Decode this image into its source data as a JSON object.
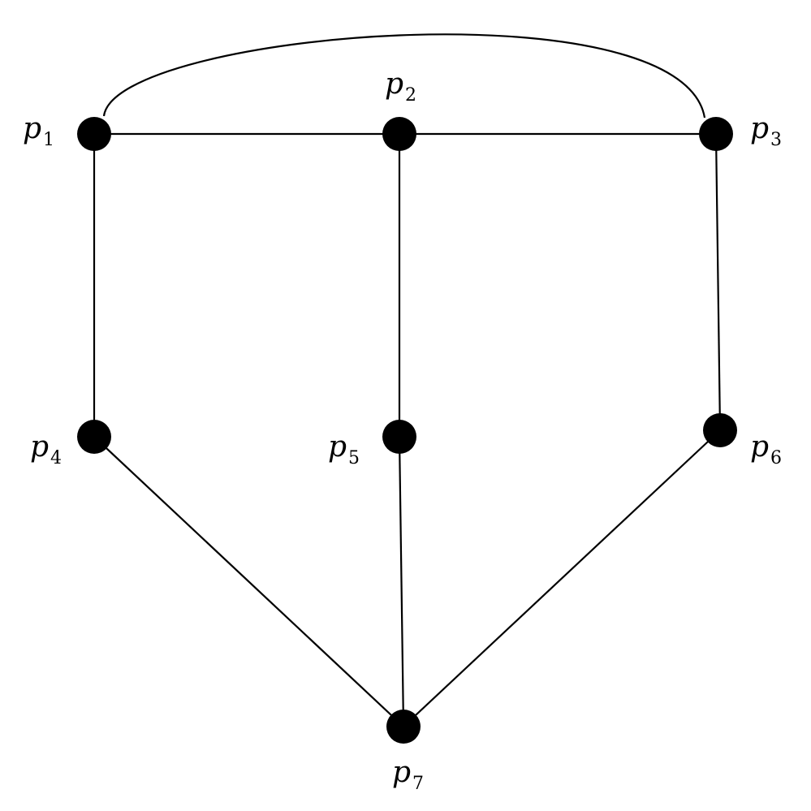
{
  "graph": {
    "nodes": [
      {
        "id": "p1",
        "base": "p",
        "sub": "1"
      },
      {
        "id": "p2",
        "base": "p",
        "sub": "2"
      },
      {
        "id": "p3",
        "base": "p",
        "sub": "3"
      },
      {
        "id": "p4",
        "base": "p",
        "sub": "4"
      },
      {
        "id": "p5",
        "base": "p",
        "sub": "5"
      },
      {
        "id": "p6",
        "base": "p",
        "sub": "6"
      },
      {
        "id": "p7",
        "base": "p",
        "sub": "7"
      }
    ],
    "edges": [
      {
        "from": "p1",
        "to": "p2"
      },
      {
        "from": "p2",
        "to": "p3"
      },
      {
        "from": "p1",
        "to": "p3",
        "style": "curved"
      },
      {
        "from": "p1",
        "to": "p4"
      },
      {
        "from": "p2",
        "to": "p5"
      },
      {
        "from": "p3",
        "to": "p6"
      },
      {
        "from": "p4",
        "to": "p7"
      },
      {
        "from": "p5",
        "to": "p7"
      },
      {
        "from": "p6",
        "to": "p7"
      }
    ],
    "colors": {
      "node": "#000000",
      "edge": "#000000",
      "background": "#ffffff"
    }
  }
}
